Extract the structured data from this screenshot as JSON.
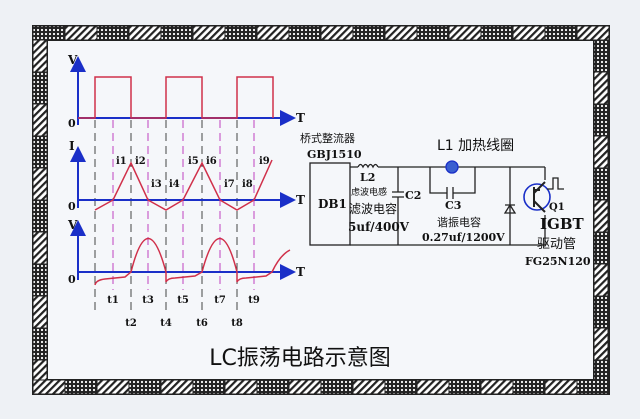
{
  "title": "LC振荡电路示意图",
  "waveforms": {
    "axis_v": "V",
    "axis_i": "I",
    "axis_t": "T",
    "origin": "0",
    "current_labels": [
      "i1",
      "i2",
      "i3",
      "i4",
      "i5",
      "i6",
      "i7",
      "i8",
      "i9"
    ],
    "time_labels_upper": [
      "t1",
      "t3",
      "t5",
      "t7",
      "t9"
    ],
    "time_labels_lower": [
      "t2",
      "t4",
      "t6",
      "t8"
    ]
  },
  "circuit": {
    "rectifier_name": "桥式整流器",
    "rectifier_model": "GBJ1510",
    "rectifier_label": "DB1",
    "l2_label": "L2",
    "l2_desc": "虑波电感",
    "c2_label": "C2",
    "c2_desc": "滤波电容",
    "c2_value": "5uf/400V",
    "l1_label": "L1 加热线圈",
    "c3_label": "C3",
    "c3_desc": "谐振电容",
    "c3_value": "0.27uf/1200V",
    "q1_label": "Q1",
    "q1_type": "IGBT",
    "q1_desc": "驱动管",
    "q1_model": "FG25N120"
  },
  "colors": {
    "axis": "#1a2fc8",
    "wave": "#d0304a",
    "dash": "#c040c0",
    "frame": "#222222"
  }
}
